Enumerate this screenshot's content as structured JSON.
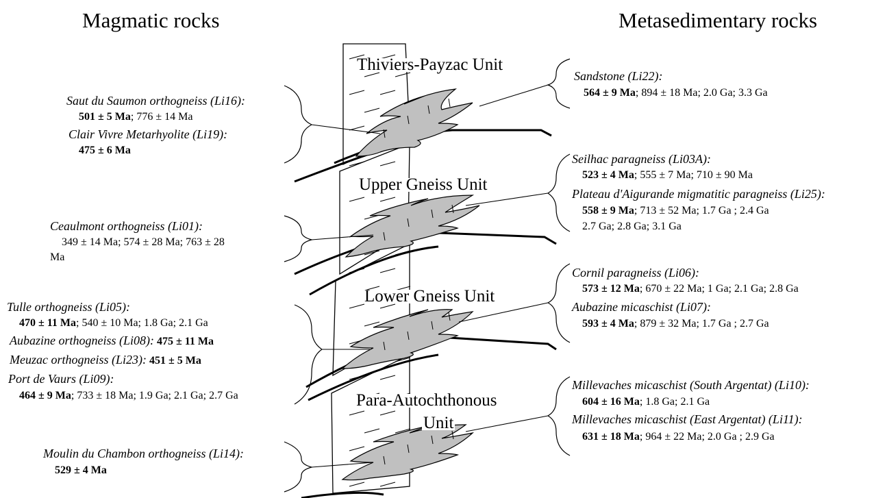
{
  "headers": {
    "left": "Magmatic rocks",
    "right": "Metasedimentary rocks"
  },
  "units": {
    "thiviers": "Thiviers-Payzac Unit",
    "upper": "Upper Gneiss Unit",
    "lower": "Lower Gneiss Unit",
    "para_1": "Para-Autochthonous",
    "para_2": "Unit"
  },
  "left": {
    "saut_name": "Saut du Saumon orthogneiss (Li16):",
    "saut_main": "501 ± 5 Ma",
    "saut_rest": "; 776 ± 14 Ma",
    "clair_name": "Clair Vivre Metarhyolite (Li19):",
    "clair_main": "475 ± 6 Ma",
    "ceaul_name": "Ceaulmont orthogneiss (Li01):",
    "ceaul_ages_1": "349 ± 14 Ma; 574 ± 28 Ma; 763 ±  28",
    "ceaul_ages_2": "Ma",
    "tulle_name": "Tulle orthogneiss (Li05):",
    "tulle_main": "470 ± 11 Ma",
    "tulle_rest": "; 540 ± 10 Ma; 1.8 Ga; 2.1 Ga",
    "aub_name": "Aubazine orthogneiss (Li08):",
    "aub_main": "475 ± 11 Ma",
    "meuz_name": "Meuzac orthogneiss (Li23):",
    "meuz_main": "451 ± 5 Ma",
    "port_name": "Port de Vaurs (Li09):",
    "port_main": "464 ± 9 Ma",
    "port_rest": "; 733 ± 18 Ma; 1.9 Ga; 2.1 Ga; 2.7 Ga",
    "moulin_name": "Moulin du Chambon orthogneiss (Li14):",
    "moulin_main": "529 ± 4 Ma"
  },
  "right": {
    "sand_name": "Sandstone (Li22):",
    "sand_main": "564 ± 9 Ma",
    "sand_rest": "; 894 ± 18 Ma; 2.0 Ga; 3.3 Ga",
    "seil_name": "Seilhac paragneiss (Li03A):",
    "seil_main": "523 ± 4 Ma",
    "seil_rest": "; 555 ± 7 Ma; 710 ± 90 Ma",
    "plat_name": "Plateau d'Aigurande migmatitic paragneiss (Li25):",
    "plat_main": "558 ± 9 Ma",
    "plat_rest": "; 713 ± 52 Ma; 1.7 Ga ; 2.4 Ga",
    "plat_rest2": "2.7 Ga; 2.8 Ga; 3.1 Ga",
    "cornil_name": "Cornil paragneiss (Li06):",
    "cornil_main": "573 ± 12 Ma",
    "cornil_rest": "; 670 ± 22 Ma; 1 Ga; 2.1 Ga; 2.8 Ga",
    "aubm_name": "Aubazine micaschist (Li07):",
    "aubm_main": "593 ± 4 Ma",
    "aubm_rest": "; 879 ± 32 Ma; 1.7 Ga ; 2.7 Ga",
    "mill_s_name": "Millevaches micaschist (South Argentat) (Li10):",
    "mill_s_main": "604 ± 16 Ma",
    "mill_s_rest": "; 1.8 Ga; 2.1 Ga",
    "mill_e_name": "Millevaches micaschist (East Argentat) (Li11):",
    "mill_e_main": "631 ± 18 Ma",
    "mill_e_rest": "; 964 ± 22 Ma; 2.0 Ga ; 2.9 Ga"
  },
  "colors": {
    "lens_fill": "#c0c0c0",
    "line": "#000000"
  }
}
